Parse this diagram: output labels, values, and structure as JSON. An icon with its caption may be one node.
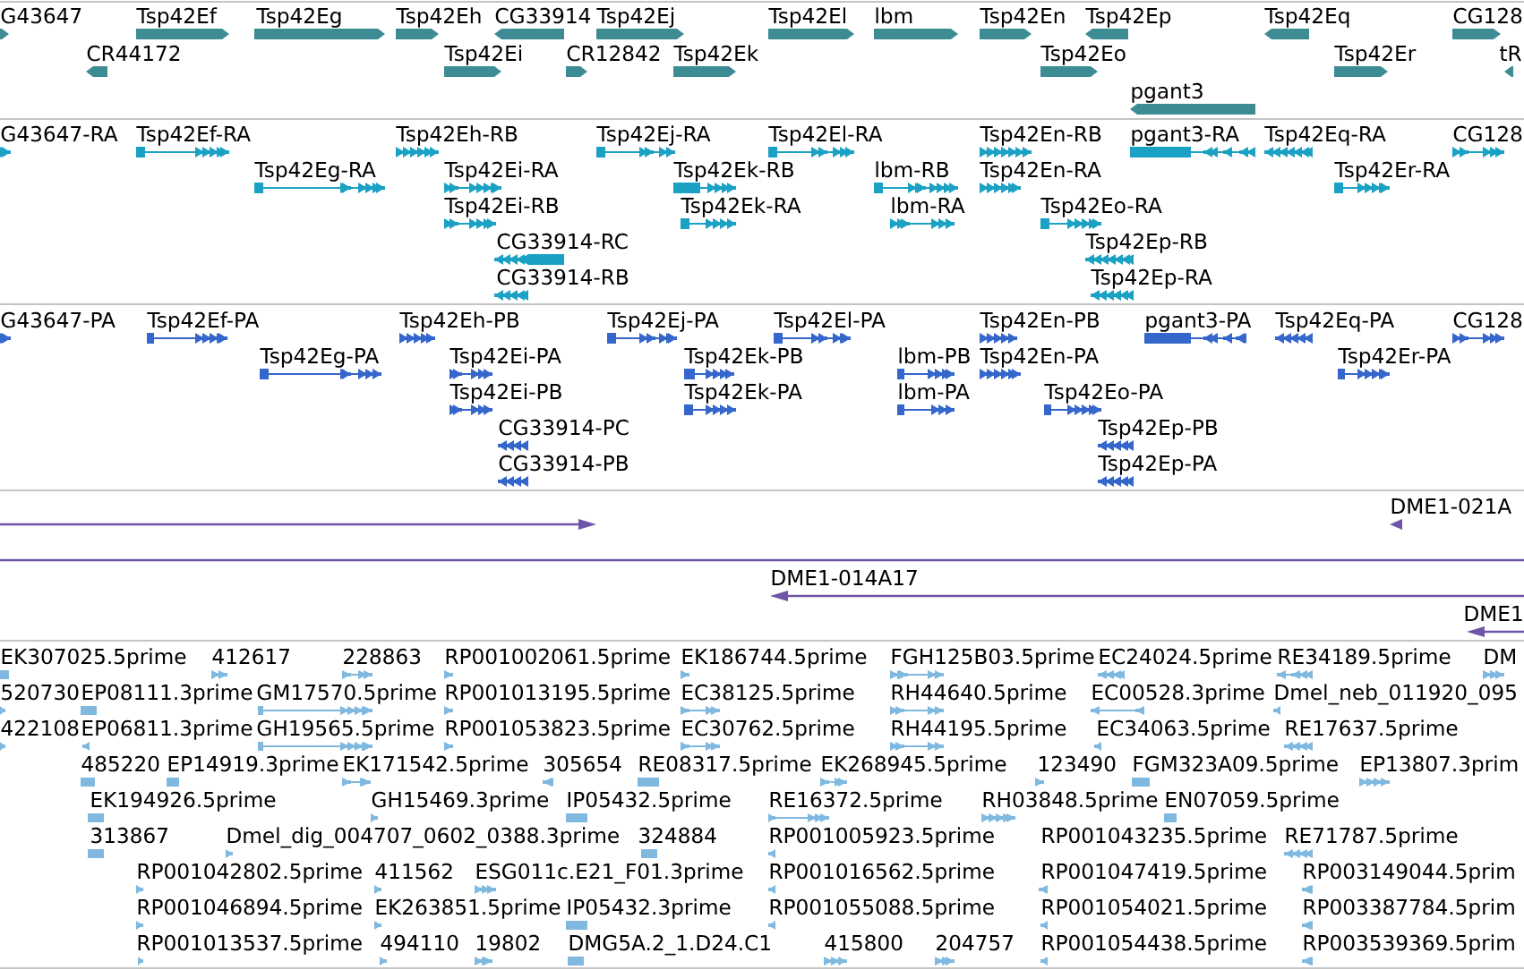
{
  "diagram": {
    "labels": [
      "G43647",
      "Tsp42Ef",
      "Tsp42Eg",
      "Tsp42Eh",
      "CG33914",
      "Tsp42Ej",
      "Tsp42El",
      "lbm",
      "Tsp42En",
      "Tsp42Ep",
      "Tsp42Eq",
      "CG128",
      "CR44172",
      "Tsp42Ei",
      "CR12842",
      "Tsp42Ek",
      "Tsp42Eo",
      "Tsp42Er",
      "tR",
      "pgant3",
      "G43647-RA",
      "Tsp42Ef-RA",
      "Tsp42Eh-RB",
      "Tsp42Ej-RA",
      "Tsp42El-RA",
      "Tsp42En-RB",
      "pgant3-RA",
      "Tsp42Eq-RA",
      "CG128",
      "Tsp42Eg-RA",
      "Tsp42Ei-RA",
      "Tsp42Ek-RB",
      "lbm-RB",
      "Tsp42En-RA",
      "Tsp42Er-RA",
      "Tsp42Ei-RB",
      "Tsp42Ek-RA",
      "lbm-RA",
      "Tsp42Eo-RA",
      "CG33914-RC",
      "Tsp42Ep-RB",
      "CG33914-RB",
      "Tsp42Ep-RA",
      "G43647-PA",
      "Tsp42Ef-PA",
      "Tsp42Eh-PB",
      "Tsp42Ej-PA",
      "Tsp42El-PA",
      "Tsp42En-PB",
      "pgant3-PA",
      "Tsp42Eq-PA",
      "CG128",
      "Tsp42Eg-PA",
      "Tsp42Ei-PA",
      "Tsp42Ek-PB",
      "lbm-PB",
      "Tsp42En-PA",
      "Tsp42Er-PA",
      "Tsp42Ei-PB",
      "Tsp42Ek-PA",
      "lbm-PA",
      "Tsp42Eo-PA",
      "CG33914-PC",
      "Tsp42Ep-PB",
      "CG33914-PB",
      "Tsp42Ep-PA",
      "DME1-021A",
      "DME1-014A17",
      "DME1",
      "EK307025.5prime",
      "412617",
      "228863",
      "RP001002061.5prime",
      "EK186744.5prime",
      "FGH125B03.5prime",
      "EC24024.5prime",
      "RE34189.5prime",
      "DM",
      "520730",
      "EP08111.3prime",
      "GM17570.5prime",
      "RP001013195.5prime",
      "EC38125.5prime",
      "RH44640.5prime",
      "EC00528.3prime",
      "Dmel_neb_011920_095",
      "422108",
      "EP06811.3prime",
      "GH19565.5prime",
      "RP001053823.5prime",
      "EC30762.5prime",
      "RH44195.5prime",
      "EC34063.5prime",
      "RE17637.5prime",
      "485220",
      "EP14919.3prime",
      "EK171542.5prime",
      "305654",
      "RE08317.5prime",
      "EK268945.5prime",
      "123490",
      "FGM323A09.5prime",
      "EP13807.3prim",
      "EK194926.5prime",
      "GH15469.3prime",
      "IP05432.5prime",
      "RE16372.5prime",
      "RH03848.5prime",
      "EN07059.5prime",
      "313867",
      "Dmel_dig_004707_0602_0388.3prime",
      "324884",
      "RP001005923.5prime",
      "RP001043235.5prime",
      "RE71787.5prime",
      "RP001042802.5prime",
      "411562",
      "ESG011c.E21_F01.3prime",
      "RP001016562.5prime",
      "RP001047419.5prime",
      "RP003149044.5prim",
      "RP001046894.5prime",
      "EK263851.5prime",
      "IP05432.3prime",
      "RP001055088.5prime",
      "RP001054021.5prime",
      "RP003387784.5prim",
      "RP001013537.5prime",
      "494110",
      "19802",
      "DMG5A.2_1.D24.C1",
      "415800",
      "204757",
      "RP001054438.5prime",
      "RP003539369.5prim"
    ]
  }
}
